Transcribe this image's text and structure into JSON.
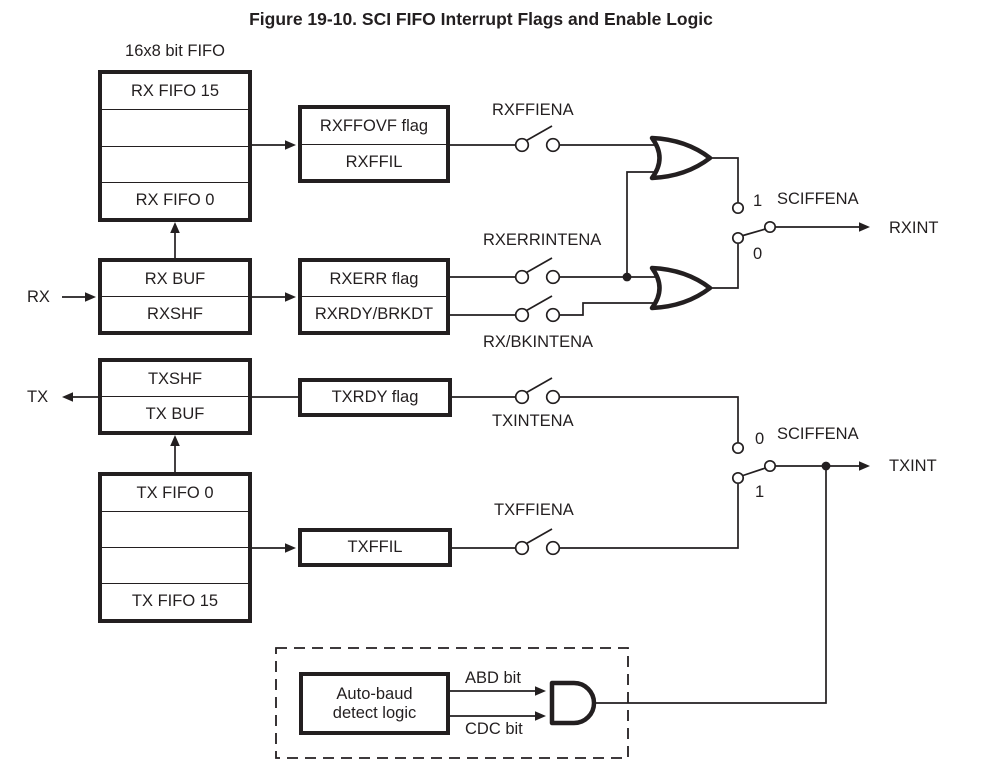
{
  "title": "Figure 19-10. SCI FIFO Interrupt Flags and Enable Logic",
  "colors": {
    "ink": "#231f20",
    "background": "#ffffff"
  },
  "blocks": {
    "rx_fifo": {
      "caption": "16x8 bit FIFO",
      "rows": [
        "RX FIFO 15",
        "",
        "",
        "RX FIFO 0"
      ]
    },
    "rxff": {
      "rows": [
        "RXFFOVF flag",
        "RXFFIL"
      ]
    },
    "rx_buf": {
      "rows": [
        "RX BUF",
        "RXSHF"
      ]
    },
    "rxerr": {
      "rows": [
        "RXERR flag",
        "RXRDY/BRKDT"
      ]
    },
    "tx_shf": {
      "rows": [
        "TXSHF",
        "TX BUF"
      ]
    },
    "txrdy": {
      "label": "TXRDY flag"
    },
    "tx_fifo": {
      "rows": [
        "TX FIFO 0",
        "",
        "",
        "TX FIFO 15"
      ]
    },
    "txffil": {
      "label": "TXFFIL"
    },
    "autobaud": {
      "line1": "Auto-baud",
      "line2": "detect logic"
    }
  },
  "labels": {
    "rx": "RX",
    "tx": "TX",
    "rxffiena": "RXFFIENA",
    "rxerrintena": "RXERRINTENA",
    "rxbkintena": "RX/BKINTENA",
    "txintena": "TXINTENA",
    "txffiena": "TXFFIENA",
    "sciffena_rx": "SCIFFENA",
    "sciffena_tx": "SCIFFENA",
    "rxint": "RXINT",
    "txint": "TXINT",
    "abd_bit": "ABD bit",
    "cdc_bit": "CDC bit",
    "rx_mux_top": "1",
    "rx_mux_bottom": "0",
    "tx_mux_top": "0",
    "tx_mux_bottom": "1"
  }
}
